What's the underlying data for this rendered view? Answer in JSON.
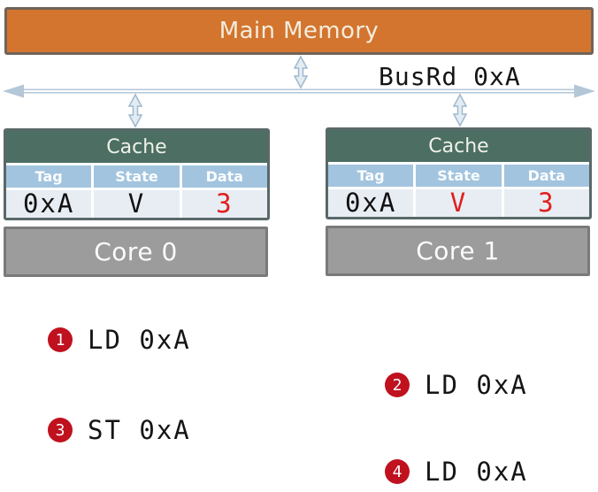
{
  "main_memory": {
    "label": "Main Memory"
  },
  "bus": {
    "label": "BusRd 0xA"
  },
  "caches": [
    {
      "title": "Cache",
      "headers": [
        "Tag",
        "State",
        "Data"
      ],
      "values": {
        "tag": "0xA",
        "state": "V",
        "data": "3"
      },
      "state_color": "black",
      "data_color": "red"
    },
    {
      "title": "Cache",
      "headers": [
        "Tag",
        "State",
        "Data"
      ],
      "values": {
        "tag": "0xA",
        "state": "V",
        "data": "3"
      },
      "state_color": "red",
      "data_color": "red"
    }
  ],
  "cores": [
    {
      "label": "Core 0"
    },
    {
      "label": "Core 1"
    }
  ],
  "operations": [
    {
      "num": "1",
      "label": "LD 0xA",
      "side": "left"
    },
    {
      "num": "2",
      "label": "LD 0xA",
      "side": "right"
    },
    {
      "num": "3",
      "label": "ST 0xA",
      "side": "left"
    },
    {
      "num": "4",
      "label": "LD 0xA",
      "side": "right"
    }
  ],
  "colors": {
    "memory_fill": "#D3752F",
    "memory_border": "#6F6459",
    "memory_text": "#F4ECDC",
    "cache_header_fill": "#4C6E63",
    "column_header_fill": "#A2C4DF",
    "value_row_fill": "#E7EDF3",
    "table_border": "#5A6868",
    "core_fill": "#9C9C9C",
    "core_border": "#7A7A7A",
    "bus_line": "#B3C7D7",
    "value_red": "#E21D1D",
    "badge_red": "#C0111F",
    "text_black": "#151515"
  }
}
